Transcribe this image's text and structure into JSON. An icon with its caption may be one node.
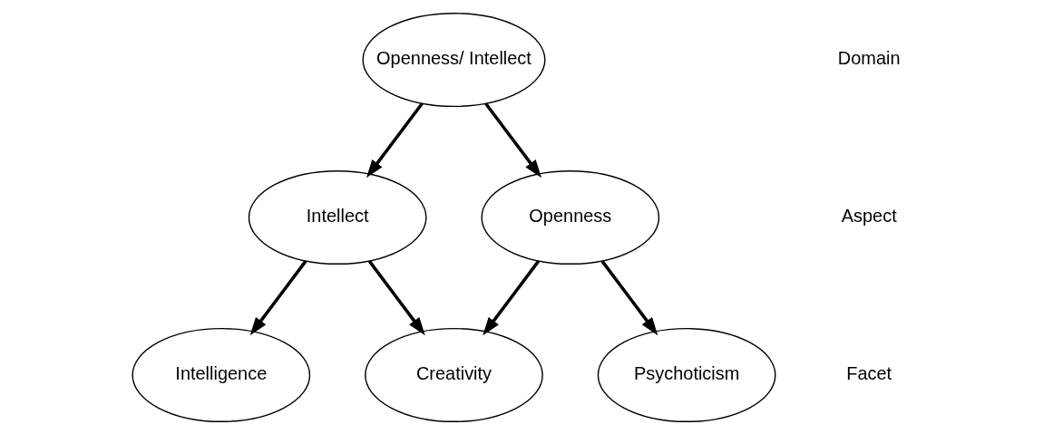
{
  "diagram": {
    "nodes": [
      {
        "text": [
          "Openness/ Intellect"
        ]
      },
      {
        "text": [
          "Intellect"
        ]
      },
      {
        "text": [
          "Openness"
        ]
      },
      {
        "text": [
          "Intelligence"
        ]
      },
      {
        "text": [
          "Creativity"
        ]
      },
      {
        "text": [
          "Psychoticism"
        ]
      }
    ],
    "edges": [
      {
        "from": 0,
        "to": 1,
        "arrow": "to"
      },
      {
        "from": 0,
        "to": 2,
        "arrow": "to"
      },
      {
        "from": 1,
        "to": 3,
        "arrow": "to"
      },
      {
        "from": 1,
        "to": 4,
        "arrow": "to"
      },
      {
        "from": 2,
        "to": 4,
        "arrow": "to"
      },
      {
        "from": 2,
        "to": 5,
        "arrow": "to"
      }
    ],
    "labels": [
      "Domain",
      "Aspect",
      "Facet"
    ]
  }
}
